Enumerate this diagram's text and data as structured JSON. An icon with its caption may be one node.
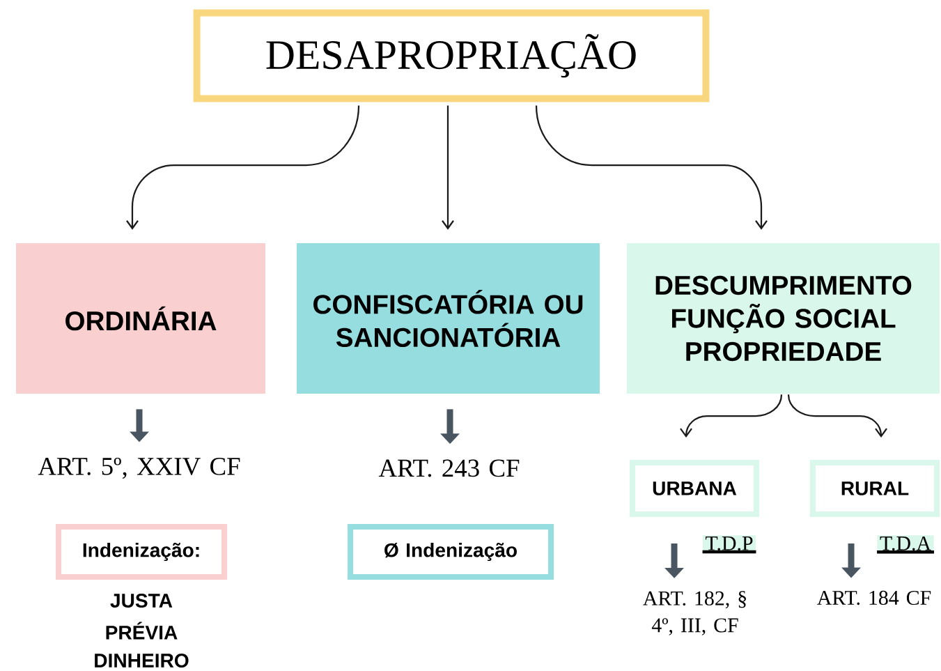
{
  "diagram": {
    "nodes": [
      {
        "text": [
          "DESAPROPRIAÇÃO"
        ]
      },
      {
        "text": [
          "ORDINÁRIA"
        ]
      },
      {
        "text": [
          "CONFISCATÓRIA OU SANCIONATÓRIA"
        ]
      },
      {
        "text": [
          "DESCUMPRIMENTO FUNÇÃO SOCIAL PROPRIEDADE"
        ]
      },
      {
        "text": [
          "ART. 5º, XXIV CF"
        ]
      },
      {
        "text": [
          "Indenização:"
        ],
        "beside": [
          "JUSTA",
          "PRÉVIA",
          "DINHEIRO"
        ]
      },
      {
        "text": [
          "ART. 243 CF"
        ]
      },
      {
        "text": [
          "Ø Indenização"
        ]
      },
      {
        "text": [
          "URBANA"
        ]
      },
      {
        "text": [
          "RURAL"
        ]
      },
      {
        "text": [
          "ART. 182, § 4º, III, CF"
        ]
      },
      {
        "text": [
          "ART. 184 CF"
        ]
      }
    ],
    "edges": [
      {
        "from": 0,
        "to": 1,
        "arrow": "to"
      },
      {
        "from": 0,
        "to": 2,
        "arrow": "to"
      },
      {
        "from": 0,
        "to": 3,
        "arrow": "to"
      },
      {
        "from": 1,
        "to": 4,
        "arrow": "to",
        "style": "thick",
        "color": "#4a5562"
      },
      {
        "from": 2,
        "to": 6,
        "arrow": "to",
        "style": "thick",
        "color": "#4a5562"
      },
      {
        "from": 3,
        "to": 8,
        "arrow": "to"
      },
      {
        "from": 3,
        "to": 9,
        "arrow": "to"
      },
      {
        "from": 8,
        "to": 10,
        "arrow": "to",
        "style": "thick",
        "color": "#4a5562"
      },
      {
        "from": 9,
        "to": 11,
        "arrow": "to",
        "style": "thick",
        "color": "#4a5562"
      }
    ],
    "labels": [
      "T.D.P",
      "T.D.A"
    ]
  }
}
